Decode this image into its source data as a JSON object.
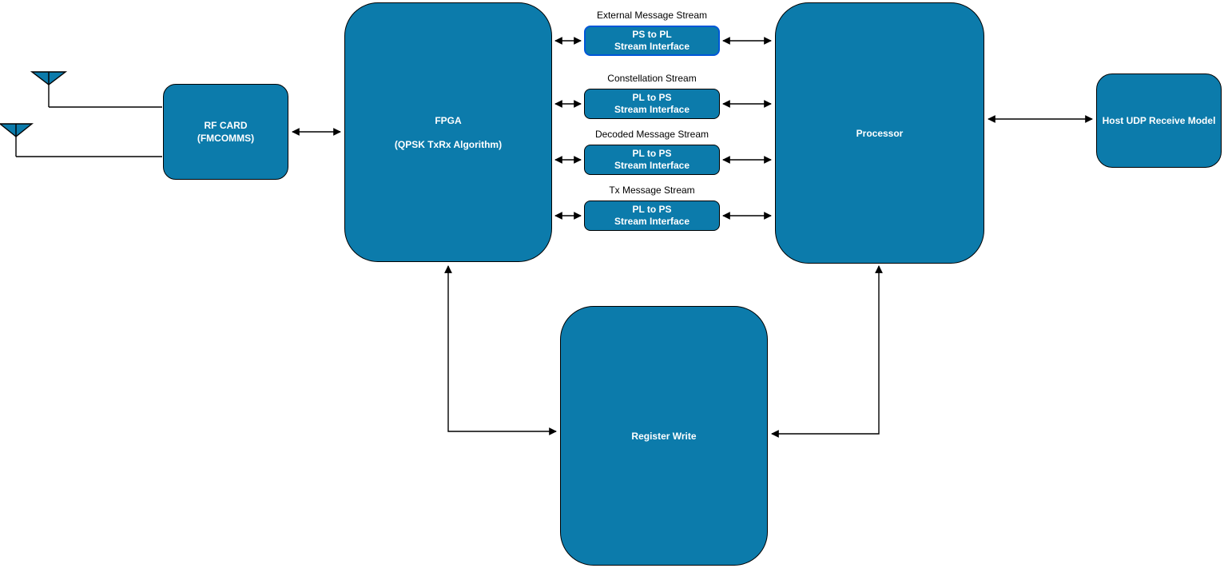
{
  "colors": {
    "box_fill": "#0c7bab",
    "box_border": "#000000",
    "highlight_border": "#0057d8",
    "box_text": "#ffffff",
    "label_text": "#000000",
    "line": "#000000",
    "background": "#ffffff"
  },
  "nodes": {
    "rf_card": {
      "line1": "RF CARD",
      "line2": "(FMCOMMS)"
    },
    "fpga": {
      "line1": "FPGA",
      "line2": "(QPSK TxRx Algorithm)"
    },
    "processor": {
      "label": "Processor"
    },
    "host_udp": {
      "label": "Host UDP Receive Model"
    },
    "register_write": {
      "label": "Register Write"
    }
  },
  "streams": [
    {
      "title": "External Message Stream",
      "line1": "PS to PL",
      "line2": "Stream Interface",
      "highlighted": true
    },
    {
      "title": "Constellation Stream",
      "line1": "PL to PS",
      "line2": "Stream Interface",
      "highlighted": false
    },
    {
      "title": "Decoded Message Stream",
      "line1": "PL to PS",
      "line2": "Stream Interface",
      "highlighted": false
    },
    {
      "title": "Tx Message Stream",
      "line1": "PL to PS",
      "line2": "Stream Interface",
      "highlighted": false
    }
  ],
  "icons": {
    "antenna_top": "antenna-icon",
    "antenna_bottom": "antenna-icon"
  }
}
